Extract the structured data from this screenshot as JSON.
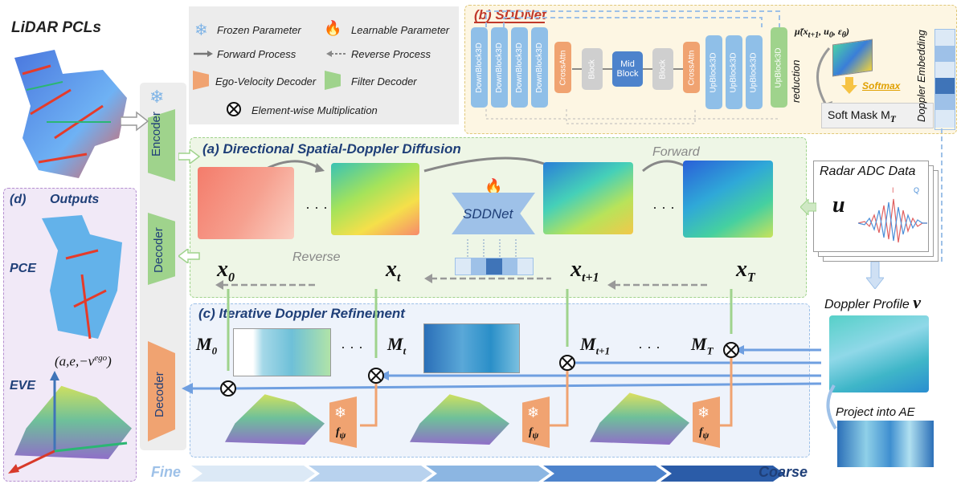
{
  "lidar": {
    "title": "LiDAR PCLs"
  },
  "legend": {
    "frozen": "Frozen Parameter",
    "learnable": "Learnable Parameter",
    "forward": "Forward Process",
    "reverse": "Reverse Process",
    "ego_decoder": "Ego-Velocity Decoder",
    "filter_decoder": "Filter Decoder",
    "elementwise": "Element-wise Multiplication"
  },
  "sddnet": {
    "title": "(b) SDDNet",
    "blocks": [
      "DownBlock3D",
      "DownBlock3D",
      "DownBlock3D",
      "DownBlock3D",
      "CrossAttn",
      "Block",
      "Mid Block",
      "Block",
      "CrossAttn",
      "UpBlock3D",
      "UpBlock3D",
      "UpBlock3D",
      "UpBlock3D"
    ],
    "mu_label": "μ̃(x",
    "mu_sub": "t+1",
    "mu_rest": ", u",
    "mu_sub2": "0",
    "mu_rest2": ", ε",
    "mu_sub3": "θ",
    "mu_end": ")",
    "reduction": "reduction",
    "softmax": "Softmax",
    "soft_mask": "Soft Mask M",
    "soft_mask_sub": "T",
    "doppler_embedding": "Doppler Embedding"
  },
  "panel_a": {
    "title": "(a) Directional Spatial-Doppler Diffusion",
    "forward": "Forward",
    "reverse": "Reverse",
    "sddnet_label": "SDDNet",
    "dots": "· · ·",
    "x0": "x",
    "x0_sub": "0",
    "xt": "x",
    "xt_sub": "t",
    "xt1": "x",
    "xt1_sub": "t+1",
    "xT": "x",
    "xT_sub": "T"
  },
  "encoder": "Encoder",
  "decoder": "Decoder",
  "radar": {
    "title": "Radar ADC Data",
    "symbol": "u",
    "legend_i": "I",
    "legend_q": "Q"
  },
  "doppler": {
    "title": "Doppler Profile",
    "symbol": "v",
    "project": "Project into AE"
  },
  "panel_c": {
    "title": "(c) Iterative Doppler Refinement",
    "m0": "M",
    "m0_sub": "0",
    "mt": "M",
    "mt_sub": "t",
    "mt1": "M",
    "mt1_sub": "t+1",
    "mT": "M",
    "mT_sub": "T",
    "dots": "· · ·",
    "f_psi": "f",
    "f_psi_sub": "ψ"
  },
  "panel_d": {
    "title": "(d)",
    "outputs": "Outputs",
    "pce": "PCE",
    "eve": "EVE",
    "coord": "(a,e,−v",
    "coord_sup": "ego",
    "coord_end": ")"
  },
  "bottom": {
    "fine": "Fine",
    "coarse": "Coarse"
  },
  "colors": {
    "accent_blue": "#1f3f78",
    "panel_a_bg": "#eef6e6",
    "panel_b_bg": "#fdf6e3",
    "panel_c_bg": "#eef3fb",
    "panel_d_bg": "#f1e9f7",
    "arrow_blue": "#6f9fe0",
    "orange": "#f0a371",
    "green": "#9fd38c"
  }
}
